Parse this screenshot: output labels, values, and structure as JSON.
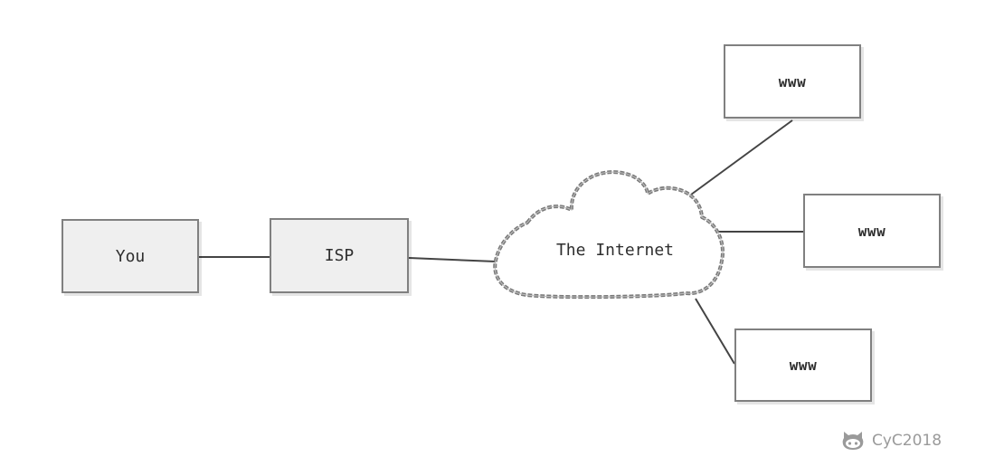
{
  "nodes": {
    "you": "You",
    "isp": "ISP",
    "internet": "The Internet",
    "www_top": "www",
    "www_middle": "www",
    "www_bottom": "www"
  },
  "edges": [
    {
      "from": "you",
      "to": "isp"
    },
    {
      "from": "isp",
      "to": "internet"
    },
    {
      "from": "internet",
      "to": "www_top"
    },
    {
      "from": "internet",
      "to": "www_middle"
    },
    {
      "from": "internet",
      "to": "www_bottom"
    }
  ],
  "watermark": {
    "icon": "github-octocat-icon",
    "text": "CyC2018"
  },
  "colors": {
    "border": "#808080",
    "line": "#444444",
    "grey_fill": "#efefef",
    "watermark": "#9a9a9a"
  }
}
